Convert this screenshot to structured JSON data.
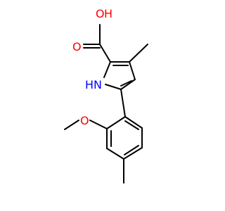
{
  "molecule": {
    "atom_labels": {
      "hydroxyl_oxygen": "O",
      "hydroxyl_hydrogen": "H",
      "carbonyl_oxygen": "O",
      "pyrrole_nitrogen": "N",
      "pyrrole_hydrogen": "H",
      "methoxy_oxygen": "O"
    },
    "colors": {
      "bond": "#000000",
      "oxygen": "#ff0000",
      "nitrogen": "#0000ff",
      "background": "#ffffff"
    }
  }
}
